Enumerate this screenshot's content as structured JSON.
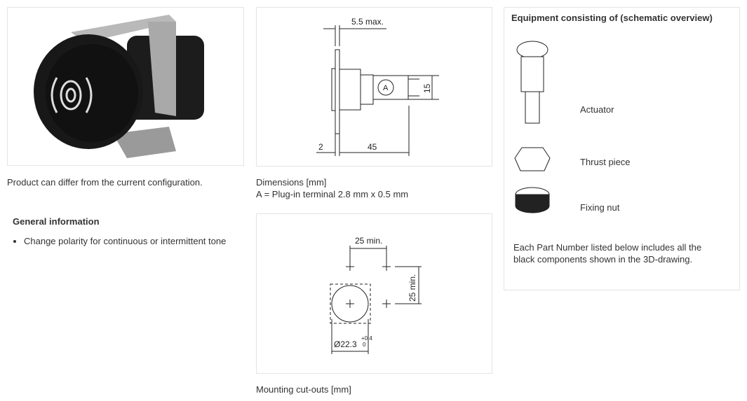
{
  "product": {
    "caption": "Product can differ from the current configuration."
  },
  "general": {
    "title": "General information",
    "bullets": [
      "Change polarity for continuous or intermittent tone"
    ]
  },
  "dimensions": {
    "caption_title": "Dimensions [mm]",
    "caption_note": "A = Plug-in terminal 2.8 mm x 0.5 mm",
    "labels": {
      "max": "5.5 max.",
      "h": "15",
      "a": "A",
      "d2": "2",
      "d45": "45"
    }
  },
  "cutouts": {
    "caption": "Mounting cut-outs [mm]",
    "labels": {
      "hspacing": "25 min.",
      "vspacing": "25 min.",
      "diameter": "Ø22.3",
      "tol_plus": "+0.4",
      "tol_minus": "0"
    }
  },
  "equipment": {
    "title": "Equipment consisting of (schematic overview)",
    "items": [
      {
        "label": "Actuator"
      },
      {
        "label": "Thrust piece"
      },
      {
        "label": "Fixing nut"
      }
    ],
    "note": "Each Part Number listed below includes all the black components shown in the 3D-drawing."
  }
}
